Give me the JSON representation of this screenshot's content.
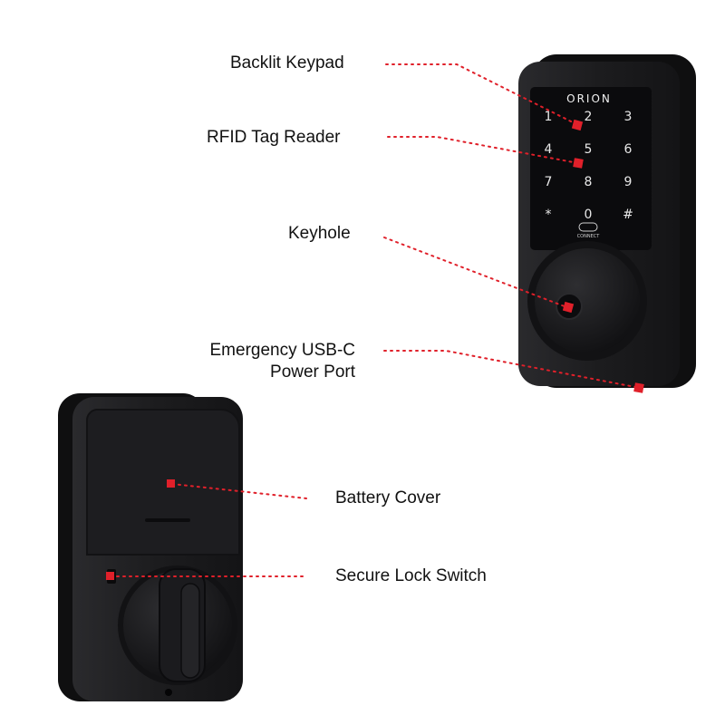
{
  "labels": {
    "backlit_keypad": "Backlit Keypad",
    "rfid_reader": "RFID Tag Reader",
    "keyhole": "Keyhole",
    "usb_line1": "Emergency USB-C",
    "usb_line2": "Power Port",
    "battery_cover": "Battery Cover",
    "lock_switch": "Secure Lock Switch"
  },
  "device": {
    "brand": "ORION",
    "connect_text": "CONNECT",
    "keys": [
      "1",
      "2",
      "3",
      "4",
      "5",
      "6",
      "7",
      "8",
      "9",
      "*",
      "0",
      "#"
    ]
  },
  "colors": {
    "marker": "#e0202a",
    "body": "#1e1e20",
    "panel": "#0b0b0d"
  }
}
